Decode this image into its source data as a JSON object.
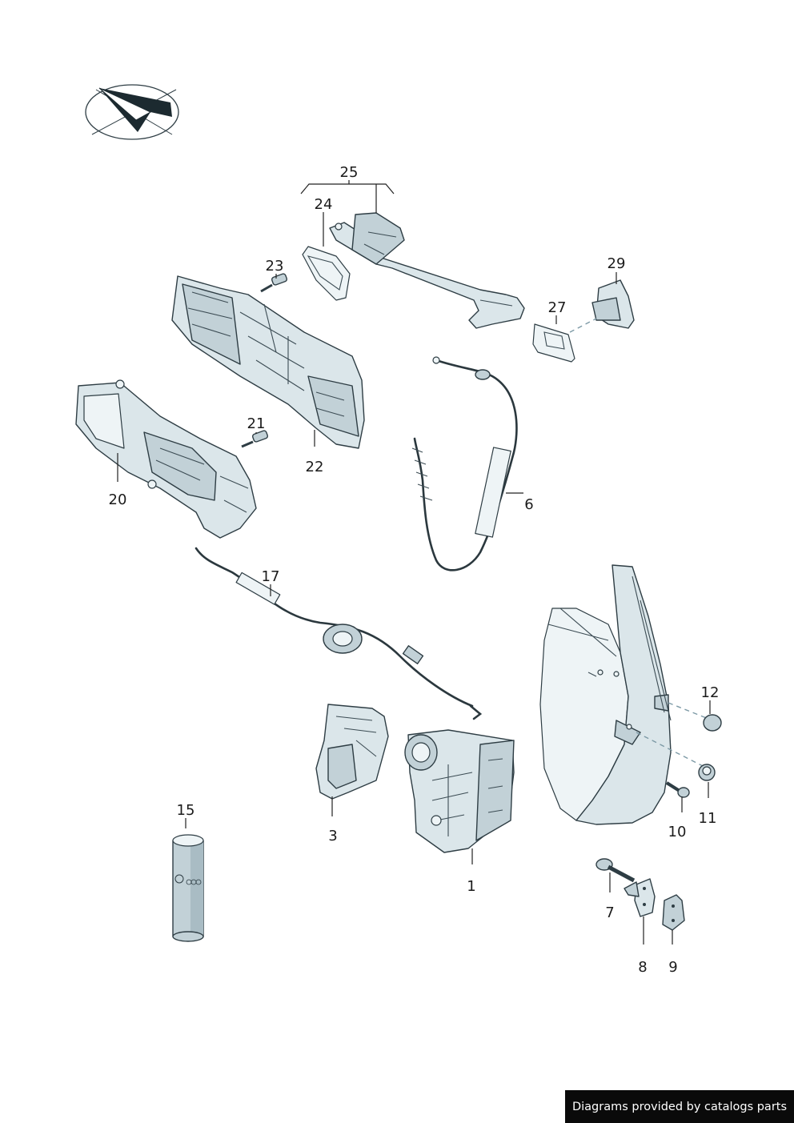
{
  "callouts": [
    {
      "id": "1",
      "label": "1"
    },
    {
      "id": "3",
      "label": "3"
    },
    {
      "id": "6",
      "label": "6"
    },
    {
      "id": "7",
      "label": "7"
    },
    {
      "id": "8",
      "label": "8"
    },
    {
      "id": "9",
      "label": "9"
    },
    {
      "id": "10",
      "label": "10"
    },
    {
      "id": "11",
      "label": "11"
    },
    {
      "id": "12",
      "label": "12"
    },
    {
      "id": "15",
      "label": "15"
    },
    {
      "id": "17",
      "label": "17"
    },
    {
      "id": "20",
      "label": "20"
    },
    {
      "id": "21",
      "label": "21"
    },
    {
      "id": "22",
      "label": "22"
    },
    {
      "id": "23",
      "label": "23"
    },
    {
      "id": "24",
      "label": "24"
    },
    {
      "id": "25",
      "label": "25"
    },
    {
      "id": "27",
      "label": "27"
    },
    {
      "id": "29",
      "label": "29"
    }
  ],
  "footer": {
    "text": "Diagrams provided by catalogs parts"
  },
  "colors": {
    "part_fill": "#dbe6ea",
    "outline": "#2e3d44",
    "footer_bg": "#0a0a0a"
  },
  "icons": {
    "orientation": "direction-arrow-icon"
  }
}
